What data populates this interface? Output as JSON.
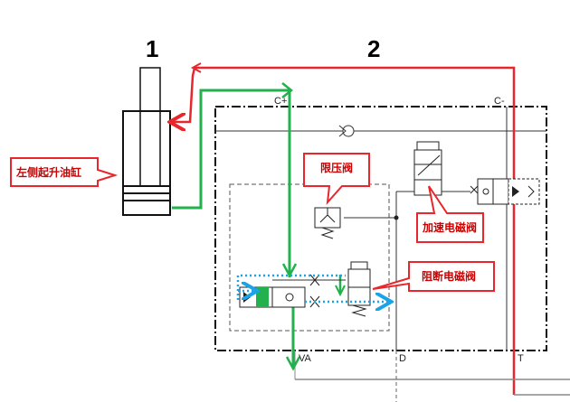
{
  "figure": {
    "labels": {
      "component_1": "1",
      "component_2": "2"
    },
    "ports": {
      "c_plus": "C+",
      "c_minus": "C-",
      "va": "VA",
      "d": "D",
      "t": "T"
    },
    "callouts": {
      "left_lift_cylinder": "左侧起升油缸",
      "pressure_limit_valve": "限压阀",
      "acceleration_solenoid_valve": "加速电磁阀",
      "cutoff_solenoid_valve": "阻断电磁阀"
    },
    "colors": {
      "red_line": "#e8262b",
      "green_line": "#23b14d",
      "blue_dotted": "#1aa3e8",
      "callout_border": "#e8262b",
      "callout_text": "#cc0000"
    }
  }
}
